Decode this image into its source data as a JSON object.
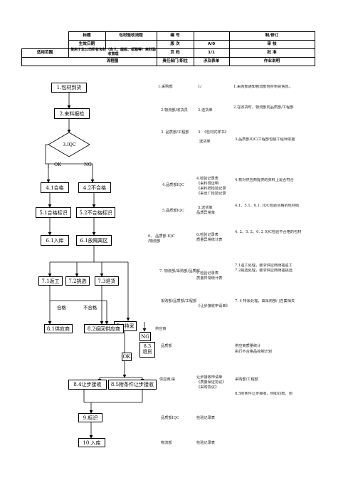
{
  "header": {
    "title_label": "标题",
    "title_value": "包材验收流程",
    "number_label": "编 号",
    "number_value": "",
    "revision_label": "制/修订",
    "effective_label": "生效日期",
    "edition_label": "版 次",
    "edition_value": "A/0",
    "review_label": "审 核",
    "scope_label": "适用范围",
    "scope_value": "使用于本公司所有包材（白卡、座板、纸箱等）来料验收管理",
    "page_label": "页 码",
    "page_value": "1/1",
    "approve_label": "批 准",
    "col_flow": "流程图",
    "col_dept": "责任部门/职位",
    "col_forms": "涉及表单",
    "col_desc": "作业说明"
  },
  "flow": {
    "n1": "1.包材到货",
    "n2": "2.来料报检",
    "n3": "3.IQC",
    "ok": "OK",
    "ng": "NG",
    "n41": "4.1合格",
    "n42": "4.2不合格",
    "n51": "5.1合格标识",
    "n52": "5.2不合格标识",
    "n61": "6.1入库",
    "n62": "6.1放隔离区",
    "n71": "7.1返工",
    "n72": "7.2挑选",
    "n73": "7.3退货",
    "n74": "7.4特采",
    "ng2": "NG",
    "pass": "合格",
    "fail": "不合格",
    "n81": "8.1供应商",
    "n82": "8.2返回供应商",
    "n83a": "8.3",
    "n83b": "退货",
    "ok2": "OK",
    "n84": "8.4让步接收",
    "n85": "8.5附条件让步接收",
    "n9": "9.标识",
    "n10": "10.入库"
  },
  "dept": [
    "1.采购部",
    "2.物流部/收货员",
    "3. 品质部/工程部",
    "4.品质部IQC",
    "5.品质部IQC",
    "6、 品质部 IQC",
    "/物流部",
    "7. 物流部/采购部/品质部",
    "采购部/品质部/工程部",
    "供应商",
    "品质部",
    "供应商/采",
    "品质部IQC",
    "物流部"
  ],
  "forms": [
    "1/",
    "2.送货单",
    "3. 《包材式样书》",
    "送货单",
    "4.检验记录表",
    "《来料规证明",
    "《来料样检验记录",
    "《来出厂检验记录",
    "5.送货单",
    "品质异常单",
    "6.检验记录表",
    "质量异常统计表",
    "7.检验记录表",
    "质量异常统计表",
    "《让步接收申请单》",
    "让步接收申请单",
    "《质量保证协议》",
    "《采购协议》",
    "检验记录表",
    "检验记录表"
  ],
  "desc": [
    "1.采购部通知物流部包材到货信息。",
    "2.在收货时，物流部向品质部/工程部",
    "3.品质部IQC/工程部包装工程师依据",
    "4.核对供应商提供的资料上是否符合",
    "4.1、5.1、6.1. IQC检验合格的包材给",
    "4. 2、5. 2、6. 2 IQC检验不合格的包材",
    "7.1返工处理，要求供应商随插返工",
    "7.2挑选处理，要求供应商随插挑选",
    "7. 4 特采处理，由采购部门召集相关",
    "供应商质量统计",
    "执行不合格品控制计划",
    "采购部/工程部",
    "8.5附条件让步接收，例如罚款、附"
  ]
}
